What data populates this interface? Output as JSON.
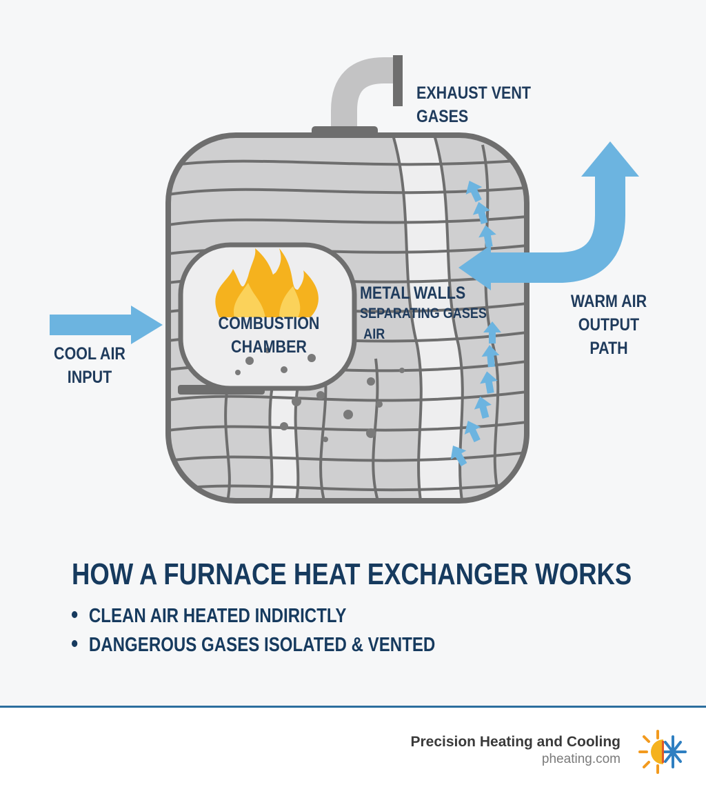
{
  "diagram": {
    "labels": {
      "exhaust_line1": "EXHAUST VENT",
      "exhaust_line2": "GASES",
      "warm_line1": "WARM AIR",
      "warm_line2": "OUTPUT",
      "warm_line3": "PATH",
      "cool_line1": "COOL AIR",
      "cool_line2": "INPUT",
      "combustion_line1": "COMBUSTION",
      "combustion_line2": "CHAMBER",
      "metal_line1": "METAL WALLS",
      "metal_line2": "SEPARATING GASES",
      "metal_line3": "AIR"
    },
    "colors": {
      "outline": "#6e6e6e",
      "body_fill": "#cfcfd0",
      "air_arrow": "#6cb4e0",
      "flame_outer": "#f5b21e",
      "flame_inner": "#fbd25a",
      "text": "#1f3b5c"
    }
  },
  "title": "HOW A FURNACE HEAT EXCHANGER WORKS",
  "bullets": [
    "CLEAN AIR HEATED INDIRICTLY",
    "DANGEROUS GASES ISOLATED & VENTED"
  ],
  "footer": {
    "company": "Precision Heating and Cooling",
    "url": "pheating.com",
    "logo_icon": "sun-snowflake-icon"
  }
}
